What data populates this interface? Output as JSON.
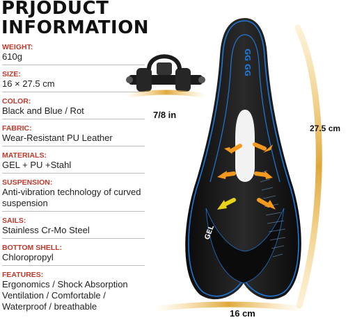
{
  "title_line1": "PRJODUCT",
  "title_line2": "INFORMATION",
  "specs": [
    {
      "label": "WEIGHT:",
      "value": "610g"
    },
    {
      "label": "SIZE:",
      "value": "16 × 27.5 cm"
    },
    {
      "label": "COLOR:",
      "value": "Black and Blue / Rot"
    },
    {
      "label": "FABRIC:",
      "value": "Wear-Resistant PU Leather"
    },
    {
      "label": "MATERIALS:",
      "value": "GEL + PU +Stahl"
    },
    {
      "label": "SUSPENSION:",
      "value": "Anti-vibration technology of curved suspension"
    },
    {
      "label": "SAILS:",
      "value": "Stainless Cr-Mo Steel"
    },
    {
      "label": "BOTTOM SHELL:",
      "value": "Chloropropyl"
    }
  ],
  "features": {
    "label": "FEATURES:",
    "line1": "Ergonomics / Shock Absorption",
    "line2": "Ventilation / Comfortable /",
    "line3": "Waterproof / breathable"
  },
  "dimensions": {
    "rail": "7/8 in",
    "length": "27.5 cm",
    "width": "16 cm"
  },
  "saddle": {
    "brand_text": "GEL",
    "logo_text": "GG GG"
  },
  "colors": {
    "accent_label": "#c0392b",
    "saddle_black": "#141414",
    "piping_blue": "#1e78d8",
    "arrow_orange": "#f39a1e",
    "arrow_yellow": "#e8d21a",
    "dimension_gold": "#e0a83a"
  }
}
